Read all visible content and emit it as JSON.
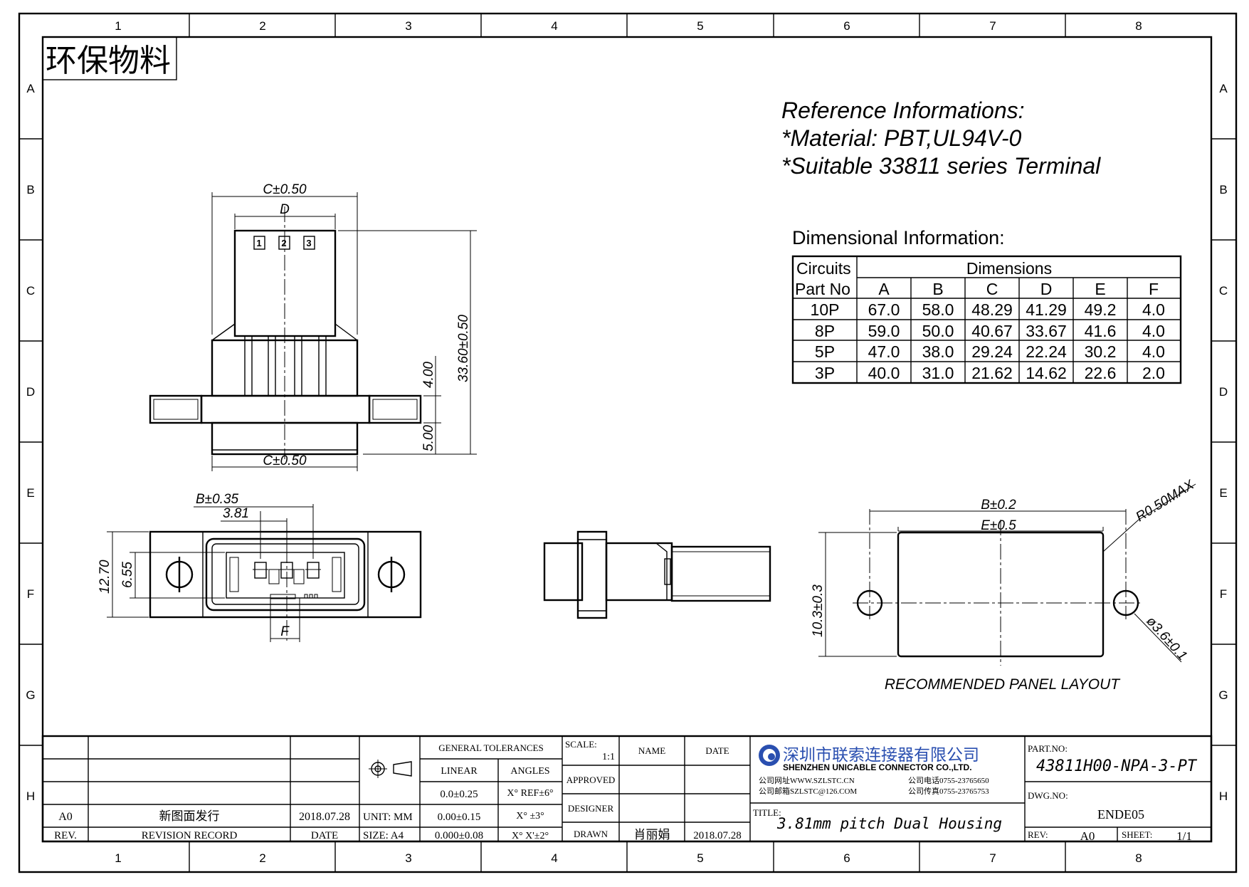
{
  "frame": {
    "columns": [
      "1",
      "2",
      "3",
      "4",
      "5",
      "6",
      "7",
      "8"
    ],
    "rows": [
      "A",
      "B",
      "C",
      "D",
      "E",
      "F",
      "G",
      "H"
    ]
  },
  "stamp": "环保物料",
  "reference": {
    "title": "Reference Informations:",
    "material": "*Material: PBT,UL94V-0",
    "terminal": "*Suitable 33811 series Terminal"
  },
  "dim_table": {
    "title": "Dimensional Information:",
    "head_left_1": "Circuits",
    "head_left_2": "Part No",
    "group_header": "Dimensions",
    "columns": [
      "A",
      "B",
      "C",
      "D",
      "E",
      "F"
    ],
    "rows": [
      {
        "part": "10P",
        "values": [
          "67.0",
          "58.0",
          "48.29",
          "41.29",
          "49.2",
          "4.0"
        ]
      },
      {
        "part": "8P",
        "values": [
          "59.0",
          "50.0",
          "40.67",
          "33.67",
          "41.6",
          "4.0"
        ]
      },
      {
        "part": "5P",
        "values": [
          "47.0",
          "38.0",
          "29.24",
          "22.24",
          "30.2",
          "4.0"
        ]
      },
      {
        "part": "3P",
        "values": [
          "40.0",
          "31.0",
          "21.62",
          "14.62",
          "22.6",
          "2.0"
        ]
      }
    ]
  },
  "front_view": {
    "dim_c_top": "C±0.50",
    "dim_d": "D",
    "dim_height": "33.60±0.50",
    "dim_400": "4.00",
    "dim_500": "5.00",
    "dim_c_bottom": "C±0.50",
    "pin_labels": [
      "1",
      "2",
      "3"
    ]
  },
  "top_view": {
    "dim_b": "B±0.35",
    "dim_pitch": "3.81",
    "dim_1270": "12.70",
    "dim_655": "6.55",
    "dim_f": "F"
  },
  "panel_layout": {
    "dim_b": "B±0.2",
    "dim_e": "E±0.5",
    "dim_r": "R0.50MAX",
    "dim_h": "10.3±0.3",
    "dim_hole": "ø3.6±0.1",
    "caption": "RECOMMENDED PANEL LAYOUT"
  },
  "title_block": {
    "general_tolerances": "GENERAL TOLERANCES",
    "linear": "LINEAR",
    "angles": "ANGLES",
    "tol_rows": [
      {
        "linear": "0.0±0.25",
        "angle": "X° REF±6°"
      },
      {
        "linear": "0.00±0.15",
        "angle": "X° ±3°"
      },
      {
        "linear": "0.000±0.08",
        "angle": "X° X'±2°"
      }
    ],
    "scale_label": "SCALE:",
    "scale_value": "1:1",
    "name_label": "NAME",
    "date_label": "DATE",
    "approved": "APPROVED",
    "designer": "DESIGNER",
    "drawn": "DRAWN",
    "drawn_name": "肖丽娟",
    "drawn_date": "2018.07.28",
    "unit": "UNIT: MM",
    "size": "SIZE: A4",
    "rev_row": {
      "rev": "A0",
      "record": "新图面发行",
      "date": "2018.07.28"
    },
    "rev_header": {
      "rev": "REV.",
      "record": "REVISION RECORD",
      "date": "DATE"
    },
    "company_cn": "深圳市联索连接器有限公司",
    "company_en": "SHENZHEN UNICABLE CONNECTOR CO.,LTD.",
    "web": "公司网址WWW.SZLSTC.CN",
    "mail": "公司邮箱SZLSTC@126.COM",
    "tel": "公司电话0755-23765650",
    "fax": "公司传真0755-23765753",
    "title_label": "TITLE:",
    "title": "3.81mm pitch Dual Housing",
    "part_label": "PART.NO:",
    "part_no": "43811H00-NPA-3-PT",
    "dwg_label": "DWG.NO:",
    "dwg_no": "ENDE05",
    "rev_label": "REV:",
    "rev_value": "A0",
    "sheet_label": "SHEET:",
    "sheet_value": "1/1"
  }
}
